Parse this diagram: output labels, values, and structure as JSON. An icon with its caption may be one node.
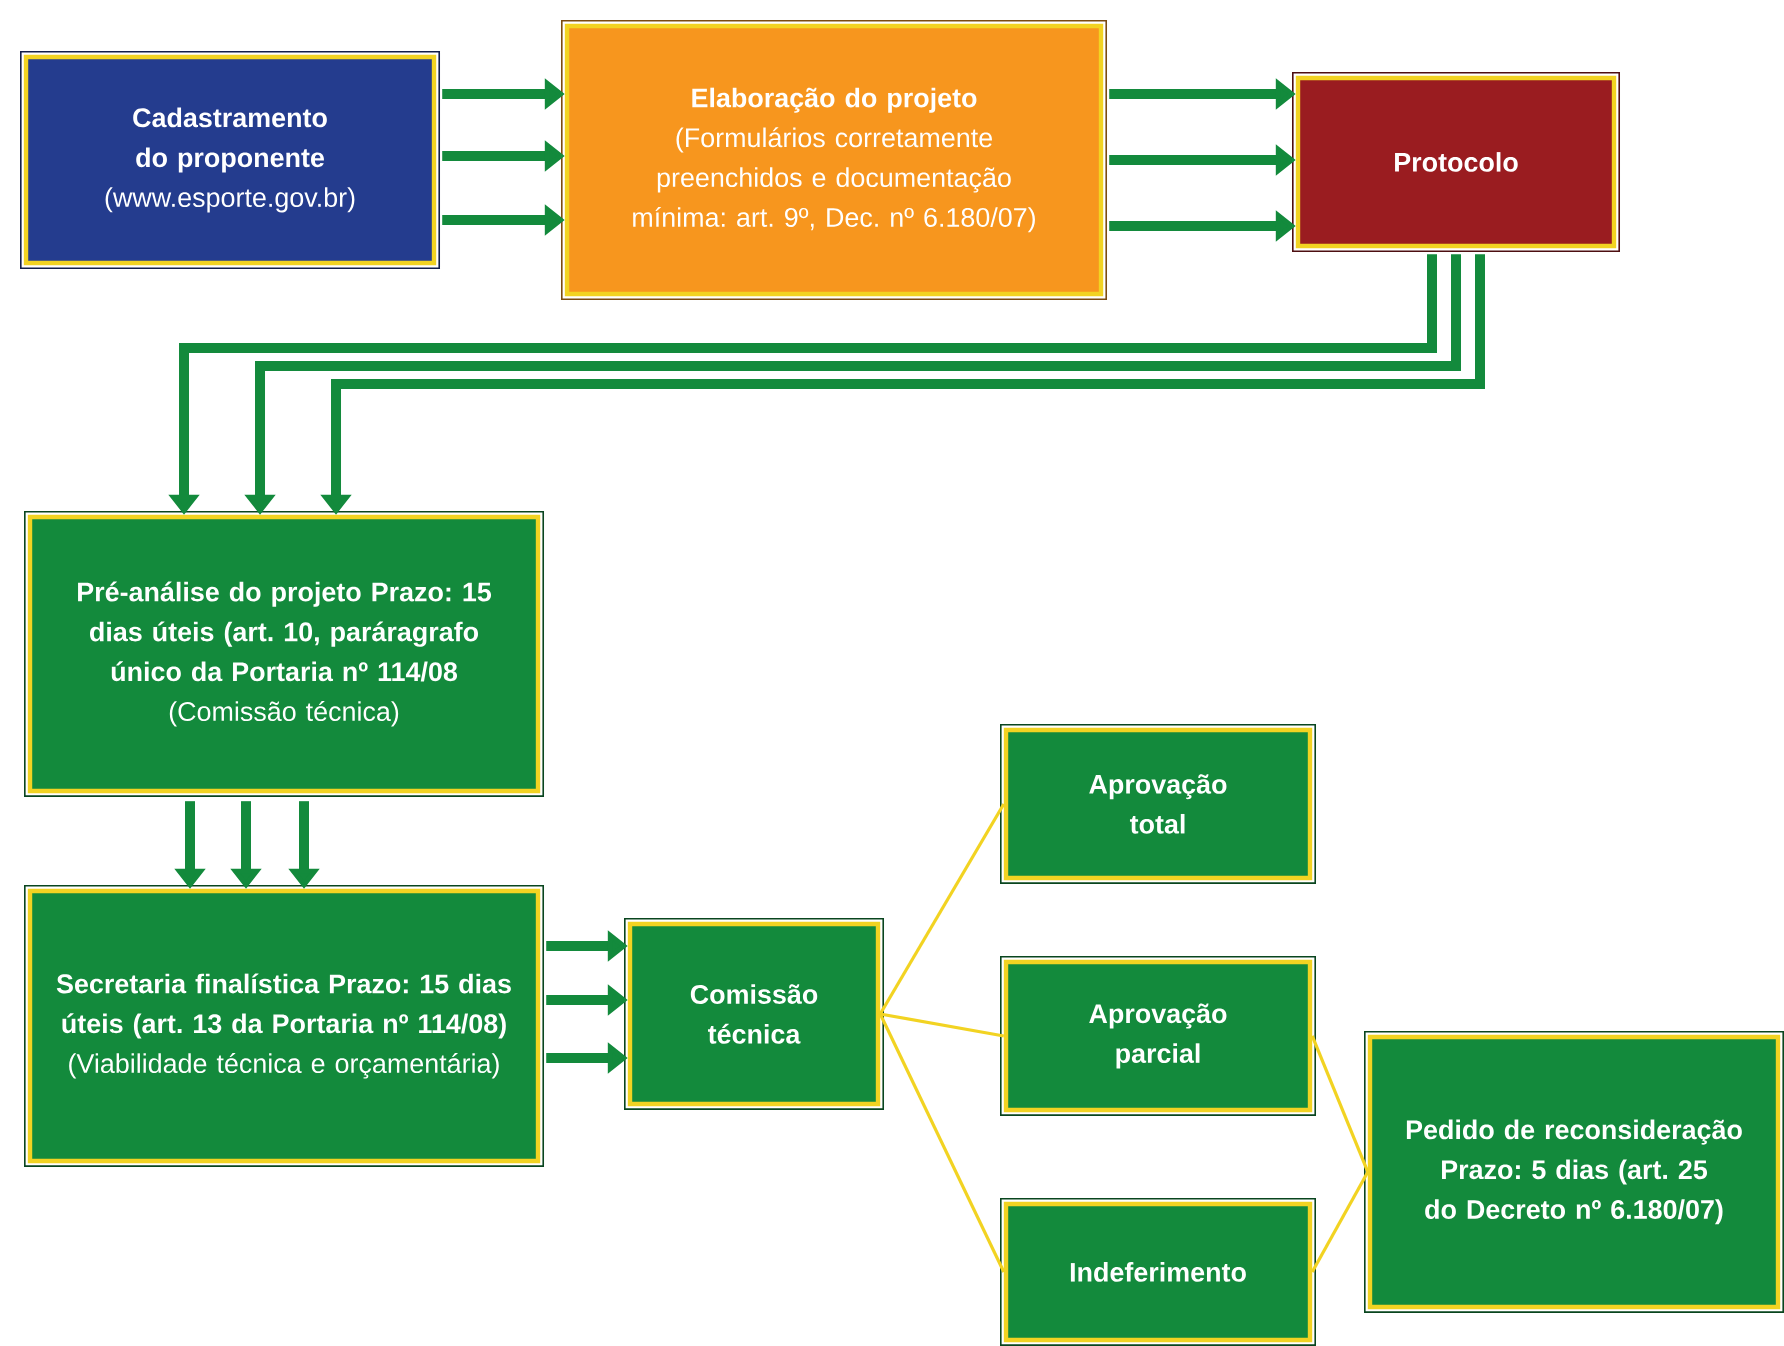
{
  "diagram": {
    "nodes": [
      {
        "text": [
          "Cadastramento do proponente",
          "(www.esporte.gov.br)"
        ]
      },
      {
        "text": [
          "Elaboração do projeto",
          "(Formulários corretamente preenchidos e documentação mínima: art. 9º, Dec. nº 6.180/07)"
        ]
      },
      {
        "text": [
          "Protocolo"
        ]
      },
      {
        "text": [
          "Pré-análise do projeto Prazo: 15 dias úteis (art. 10, paráragrafo único da Portaria nº 114/08",
          "(Comissão técnica)"
        ]
      },
      {
        "text": [
          "Secretaria finalística Prazo: 15 dias úteis (art. 13 da Portaria nº 114/08)",
          "(Viabilidade técnica e orçamentária)"
        ]
      },
      {
        "text": [
          "Comissão técnica"
        ]
      },
      {
        "text": [
          "Aprovação total"
        ]
      },
      {
        "text": [
          "Aprovação parcial"
        ]
      },
      {
        "text": [
          "Indeferimento"
        ]
      },
      {
        "text": [
          "Pedido de reconsideração Prazo: 5 dias (art. 25 do Decreto nº 6.180/07)"
        ]
      }
    ],
    "edges": [
      {
        "from": 0,
        "to": 1,
        "arrow": "to"
      },
      {
        "from": 0,
        "to": 1,
        "arrow": "to"
      },
      {
        "from": 0,
        "to": 1,
        "arrow": "to"
      },
      {
        "from": 1,
        "to": 2,
        "arrow": "to"
      },
      {
        "from": 1,
        "to": 2,
        "arrow": "to"
      },
      {
        "from": 1,
        "to": 2,
        "arrow": "to"
      },
      {
        "from": 2,
        "to": 3,
        "arrow": "to"
      },
      {
        "from": 2,
        "to": 3,
        "arrow": "to"
      },
      {
        "from": 2,
        "to": 3,
        "arrow": "to"
      },
      {
        "from": 3,
        "to": 4,
        "arrow": "to"
      },
      {
        "from": 3,
        "to": 4,
        "arrow": "to"
      },
      {
        "from": 3,
        "to": 4,
        "arrow": "to"
      },
      {
        "from": 4,
        "to": 5,
        "arrow": "to"
      },
      {
        "from": 4,
        "to": 5,
        "arrow": "to"
      },
      {
        "from": 4,
        "to": 5,
        "arrow": "to"
      },
      {
        "from": 5,
        "to": 6,
        "arrow": "none",
        "color": "#f2d322"
      },
      {
        "from": 5,
        "to": 7,
        "arrow": "none",
        "color": "#f2d322"
      },
      {
        "from": 5,
        "to": 8,
        "arrow": "none",
        "color": "#f2d322"
      },
      {
        "from": 7,
        "to": 9,
        "arrow": "none",
        "color": "#f2d322"
      },
      {
        "from": 8,
        "to": 9,
        "arrow": "none",
        "color": "#f2d322"
      }
    ]
  }
}
